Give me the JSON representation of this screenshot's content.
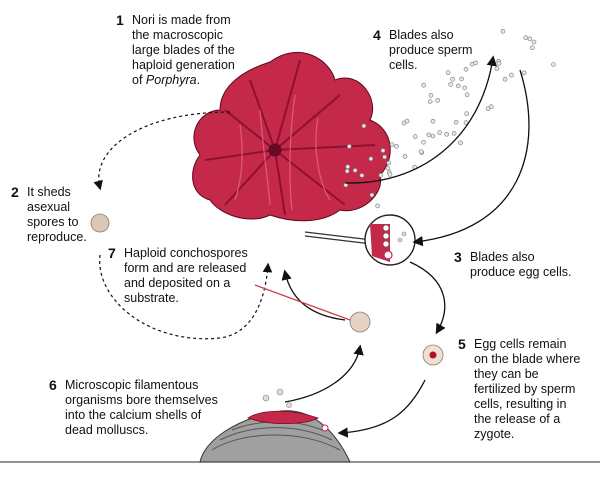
{
  "steps": [
    {
      "num": "1",
      "lines": "Nori is made from\nthe macroscopic\nlarge blades of the\nhaploid generation\nof ",
      "italic": "Porphyra",
      "tail": "."
    },
    {
      "num": "2",
      "lines": "It sheds\nasexual\nspores to\nreproduce."
    },
    {
      "num": "3",
      "lines": "Blades also\nproduce egg cells."
    },
    {
      "num": "4",
      "lines": "Blades also\nproduce sperm\ncells."
    },
    {
      "num": "5",
      "lines": "Egg cells remain\non the blade where\nthey can be\nfertilized by sperm\ncells, resulting in\nthe release of a\nzygote."
    },
    {
      "num": "6",
      "lines": "Microscopic filamentous\norganisms bore themselves\ninto the calcium shells of\ndead molluscs."
    },
    {
      "num": "7",
      "lines": "Haploid conchospores\nform and are released\nand deposited on a\nsubstrate."
    }
  ],
  "colors": {
    "blade": "#c4294a",
    "blade_dark": "#8e1030",
    "shell": "#9a9a9a",
    "spore": "#d9c7b8",
    "arrow": "#111111",
    "pointer_line": "#d0404a"
  }
}
